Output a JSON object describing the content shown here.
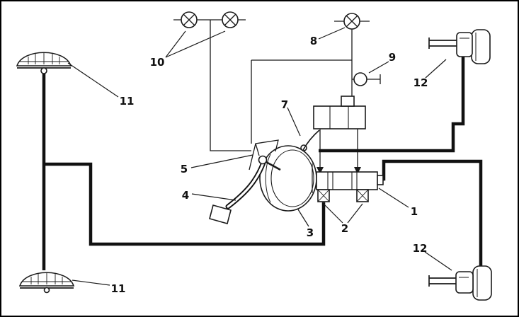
{
  "figure": {
    "background": "#ffffff",
    "line_color": "#1a1a1a",
    "description": "Hydraulic brake system layout diagram"
  },
  "callouts": {
    "master_cylinder": "1",
    "outlet_fittings": "2",
    "brake_booster": "3",
    "brake_pedal": "4",
    "pushrod_clevis": "5",
    "vacuum_hose": "7",
    "warning_lamp_rear": "8",
    "level_sensor": "9",
    "warning_lamps_front": "10",
    "drum_brake_top": "11",
    "drum_brake_bottom": "11",
    "disc_brake_top": "12",
    "disc_brake_bottom": "12"
  }
}
